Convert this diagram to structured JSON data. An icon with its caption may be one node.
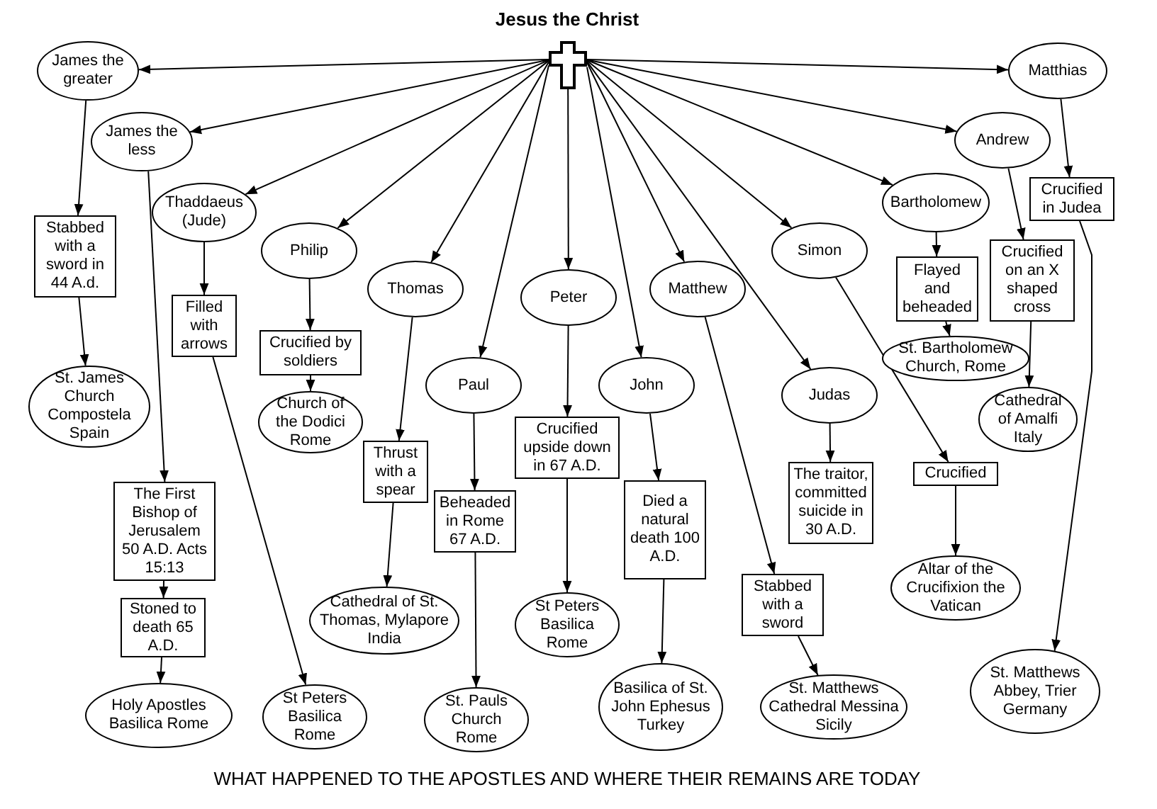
{
  "diagram": {
    "title": "Jesus the Christ",
    "caption": "WHAT HAPPENED TO THE APOSTLES AND WHERE THEIR REMAINS ARE TODAY",
    "nodes": [
      {
        "text": [],
        "shape": "cross"
      },
      {
        "text": [
          "James the greater"
        ]
      },
      {
        "text": [
          "James the less"
        ]
      },
      {
        "text": [
          "Thaddaeus (Jude)"
        ]
      },
      {
        "text": [
          "Philip"
        ]
      },
      {
        "text": [
          "Thomas"
        ]
      },
      {
        "text": [
          "Paul"
        ]
      },
      {
        "text": [
          "Peter"
        ]
      },
      {
        "text": [
          "John"
        ]
      },
      {
        "text": [
          "Matthew"
        ]
      },
      {
        "text": [
          "Judas"
        ]
      },
      {
        "text": [
          "Simon"
        ]
      },
      {
        "text": [
          "Bartholomew"
        ]
      },
      {
        "text": [
          "Andrew"
        ]
      },
      {
        "text": [
          "Matthias"
        ]
      },
      {
        "text": [
          "Stabbed with a sword in 44 A.d."
        ]
      },
      {
        "text": [
          "Filled with arrows"
        ]
      },
      {
        "text": [
          "Crucified by soldiers"
        ]
      },
      {
        "text": [
          "The First Bishop of Jerusalem 50 A.D. Acts 15:13"
        ]
      },
      {
        "text": [
          "Stoned to death 65 A.D."
        ]
      },
      {
        "text": [
          "Thrust with a spear"
        ]
      },
      {
        "text": [
          "Beheaded in Rome 67 A.D."
        ]
      },
      {
        "text": [
          "Crucified upside down in 67 A.D."
        ]
      },
      {
        "text": [
          "Died a natural death 100 A.D."
        ]
      },
      {
        "text": [
          "Stabbed with a sword"
        ]
      },
      {
        "text": [
          "The traitor, committed suicide in 30 A.D."
        ]
      },
      {
        "text": [
          "Crucified"
        ]
      },
      {
        "text": [
          "Flayed and beheaded"
        ]
      },
      {
        "text": [
          "Crucified on an X shaped cross"
        ]
      },
      {
        "text": [
          "Crucified in Judea"
        ]
      },
      {
        "text": [
          "St. James Church Compostela Spain"
        ]
      },
      {
        "text": [
          "Church of the Dodici Rome"
        ]
      },
      {
        "text": [
          "Holy Apostles Basilica Rome"
        ]
      },
      {
        "text": [
          "St Peters Basilica Rome"
        ]
      },
      {
        "text": [
          "Cathedral of St. Thomas, Mylapore India"
        ]
      },
      {
        "text": [
          "St. Pauls Church Rome"
        ]
      },
      {
        "text": [
          "St Peters Basilica Rome"
        ]
      },
      {
        "text": [
          "Basilica of St. John Ephesus Turkey"
        ]
      },
      {
        "text": [
          "St. Matthews Cathedral Messina Sicily"
        ]
      },
      {
        "text": [
          "Altar of the Crucifixion the Vatican"
        ]
      },
      {
        "text": [
          "St. Bartholomew Church, Rome"
        ]
      },
      {
        "text": [
          "Cathedral of Amalfi Italy"
        ]
      },
      {
        "text": [
          "St. Matthews Abbey, Trier Germany"
        ]
      }
    ],
    "edges": [
      {
        "from": 0,
        "to": 1,
        "arrow": "to"
      },
      {
        "from": 0,
        "to": 2,
        "arrow": "to"
      },
      {
        "from": 0,
        "to": 3,
        "arrow": "to"
      },
      {
        "from": 0,
        "to": 4,
        "arrow": "to"
      },
      {
        "from": 0,
        "to": 5,
        "arrow": "to"
      },
      {
        "from": 0,
        "to": 6,
        "arrow": "to"
      },
      {
        "from": 0,
        "to": 7,
        "arrow": "to"
      },
      {
        "from": 0,
        "to": 8,
        "arrow": "to"
      },
      {
        "from": 0,
        "to": 9,
        "arrow": "to"
      },
      {
        "from": 0,
        "to": 10,
        "arrow": "to"
      },
      {
        "from": 0,
        "to": 11,
        "arrow": "to"
      },
      {
        "from": 0,
        "to": 12,
        "arrow": "to"
      },
      {
        "from": 0,
        "to": 13,
        "arrow": "to"
      },
      {
        "from": 0,
        "to": 14,
        "arrow": "to"
      },
      {
        "from": 1,
        "to": 15,
        "arrow": "to"
      },
      {
        "from": 15,
        "to": 30,
        "arrow": "to"
      },
      {
        "from": 2,
        "to": 18,
        "arrow": "to"
      },
      {
        "from": 18,
        "to": 19,
        "arrow": "to"
      },
      {
        "from": 19,
        "to": 32,
        "arrow": "to"
      },
      {
        "from": 3,
        "to": 16,
        "arrow": "to"
      },
      {
        "from": 16,
        "to": 33,
        "arrow": "to"
      },
      {
        "from": 4,
        "to": 17,
        "arrow": "to"
      },
      {
        "from": 17,
        "to": 31,
        "arrow": "to"
      },
      {
        "from": 5,
        "to": 20,
        "arrow": "to"
      },
      {
        "from": 20,
        "to": 34,
        "arrow": "to"
      },
      {
        "from": 6,
        "to": 21,
        "arrow": "to"
      },
      {
        "from": 21,
        "to": 35,
        "arrow": "to"
      },
      {
        "from": 7,
        "to": 22,
        "arrow": "to"
      },
      {
        "from": 22,
        "to": 36,
        "arrow": "to"
      },
      {
        "from": 8,
        "to": 23,
        "arrow": "to"
      },
      {
        "from": 23,
        "to": 37,
        "arrow": "to"
      },
      {
        "from": 9,
        "to": 24,
        "arrow": "to"
      },
      {
        "from": 24,
        "to": 38,
        "arrow": "to"
      },
      {
        "from": 10,
        "to": 25,
        "arrow": "to"
      },
      {
        "from": 11,
        "to": 26,
        "arrow": "to"
      },
      {
        "from": 26,
        "to": 39,
        "arrow": "to"
      },
      {
        "from": 12,
        "to": 27,
        "arrow": "to"
      },
      {
        "from": 27,
        "to": 40,
        "arrow": "to"
      },
      {
        "from": 13,
        "to": 28,
        "arrow": "to"
      },
      {
        "from": 28,
        "to": 41,
        "arrow": "to"
      },
      {
        "from": 14,
        "to": 29,
        "arrow": "to"
      },
      {
        "from": 29,
        "to": 42,
        "arrow": "to"
      }
    ]
  }
}
